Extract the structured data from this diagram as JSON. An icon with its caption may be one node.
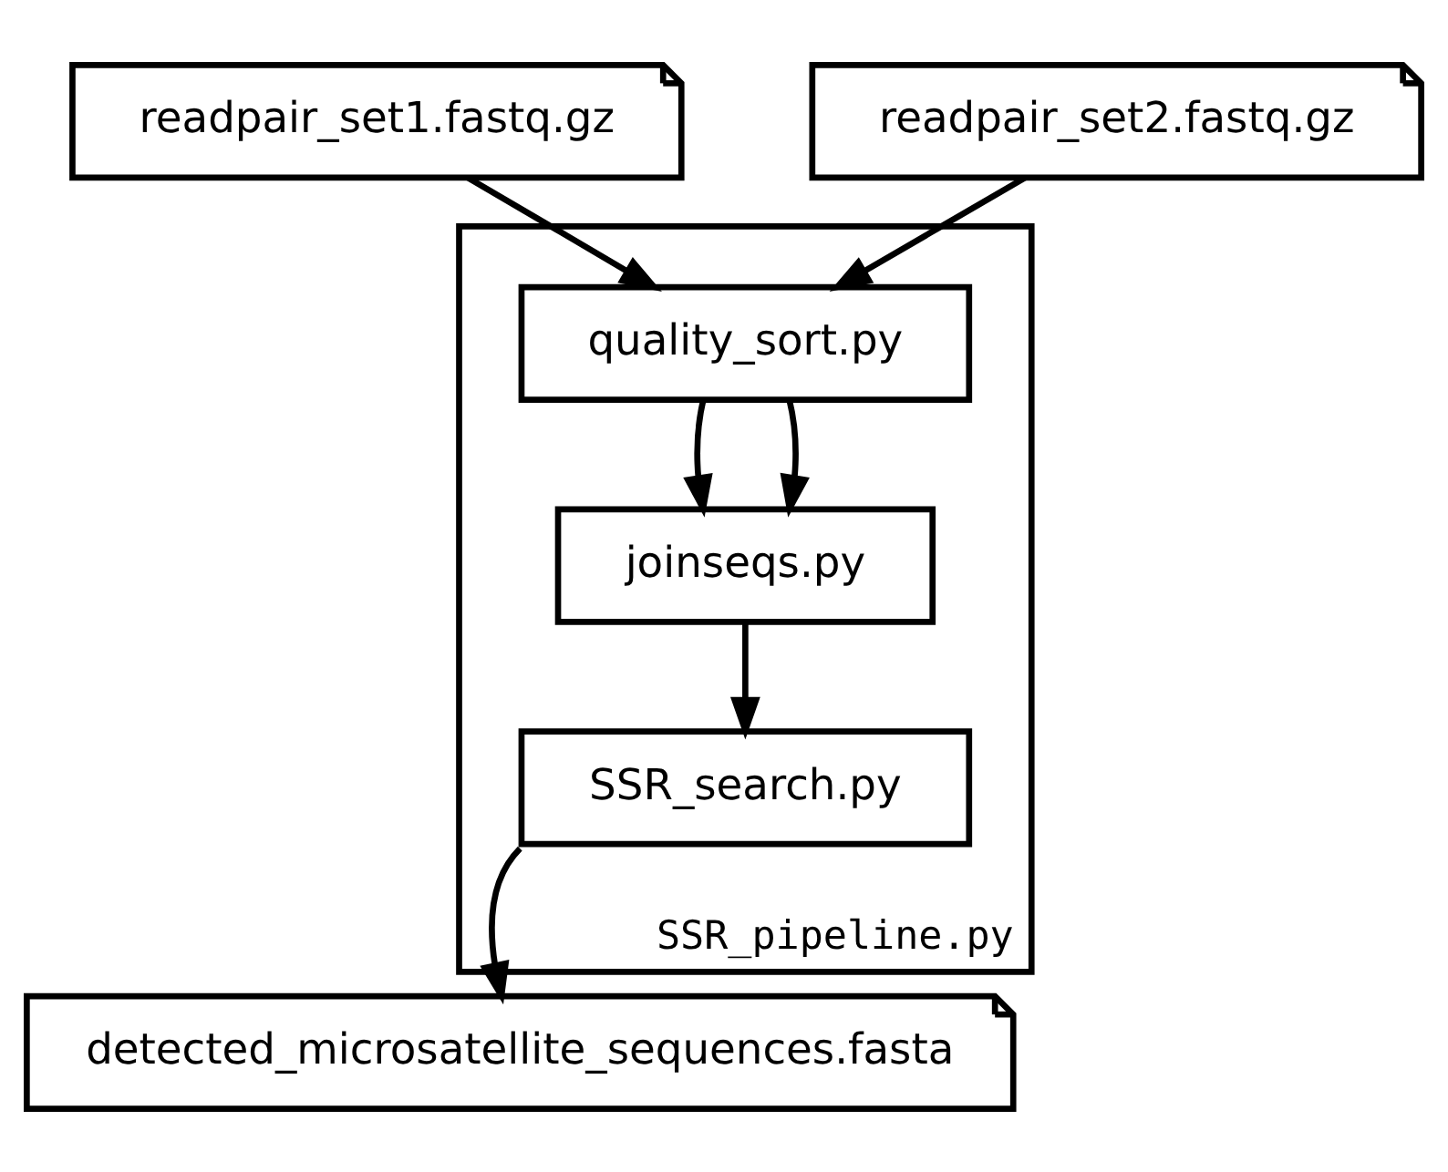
{
  "diagram": {
    "nodes": [
      {
        "text": [
          "readpair_set1.fastq.gz"
        ]
      },
      {
        "text": [
          "readpair_set2.fastq.gz"
        ]
      },
      {
        "text": [
          "SSR_pipeline.py"
        ]
      },
      {
        "text": [
          "quality_sort.py"
        ],
        "in": 2
      },
      {
        "text": [
          "joinseqs.py"
        ],
        "in": 2
      },
      {
        "text": [
          "SSR_search.py"
        ],
        "in": 2
      },
      {
        "text": [
          "detected_microsatellite_sequences.fasta"
        ]
      }
    ],
    "edges": [
      {
        "from": 0,
        "to": 3,
        "arrow": "to"
      },
      {
        "from": 1,
        "to": 3,
        "arrow": "to"
      },
      {
        "from": 3,
        "to": 4,
        "arrow": "to"
      },
      {
        "from": 3,
        "to": 4,
        "arrow": "to"
      },
      {
        "from": 4,
        "to": 5,
        "arrow": "to"
      },
      {
        "from": 5,
        "to": 6,
        "arrow": "to"
      }
    ]
  }
}
